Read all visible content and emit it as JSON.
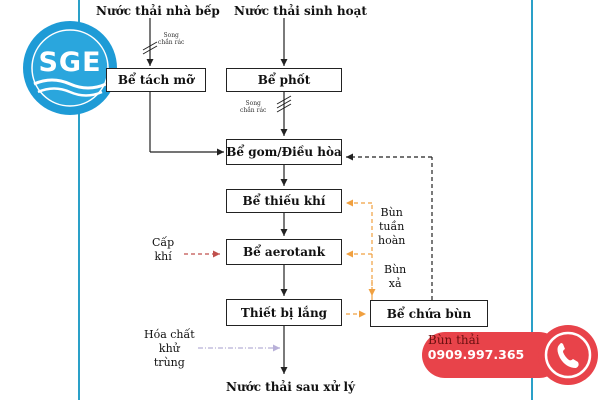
{
  "logo": {
    "text": "SGE",
    "ring_text": "",
    "accent": "#2aa0c8"
  },
  "inputs": {
    "kitchen": "Nước thải nhà bếp",
    "domestic": "Nước thải sinh hoạt"
  },
  "screens": {
    "screen1_line1": "Song",
    "screen1_line2": "chắn rác",
    "screen2_line1": "Song",
    "screen2_line2": "chắn rác"
  },
  "tanks": {
    "grease_trap": "Bể tách mỡ",
    "septic": "Bể phốt",
    "equalization": "Bể gom/Điều hòa",
    "anoxic": "Bể thiếu khí",
    "aerotank": "Bể aerotank",
    "settler": "Thiết bị lắng",
    "sludge": "Bể chứa bùn"
  },
  "labels": {
    "air_supply_1": "Cấp",
    "air_supply_2": "khí",
    "recycle_1": "Bùn",
    "recycle_2": "tuần",
    "recycle_3": "hoàn",
    "excess_1": "Bùn",
    "excess_2": "xả",
    "chem_1": "Hóa chất",
    "chem_2": "khử",
    "chem_3": "trùng",
    "output": "Nước thải sau xử lý",
    "waste_sludge": "Bùn thải"
  },
  "contact": {
    "phone": "0909.997.365",
    "badge_color": "#e8434a"
  },
  "colors": {
    "flow": "#222222",
    "air_arrow": "#c0504d",
    "sludge_arrow": "#f0a040",
    "chem_arrow": "#b8b0d8",
    "return_arrow": "#222222"
  }
}
